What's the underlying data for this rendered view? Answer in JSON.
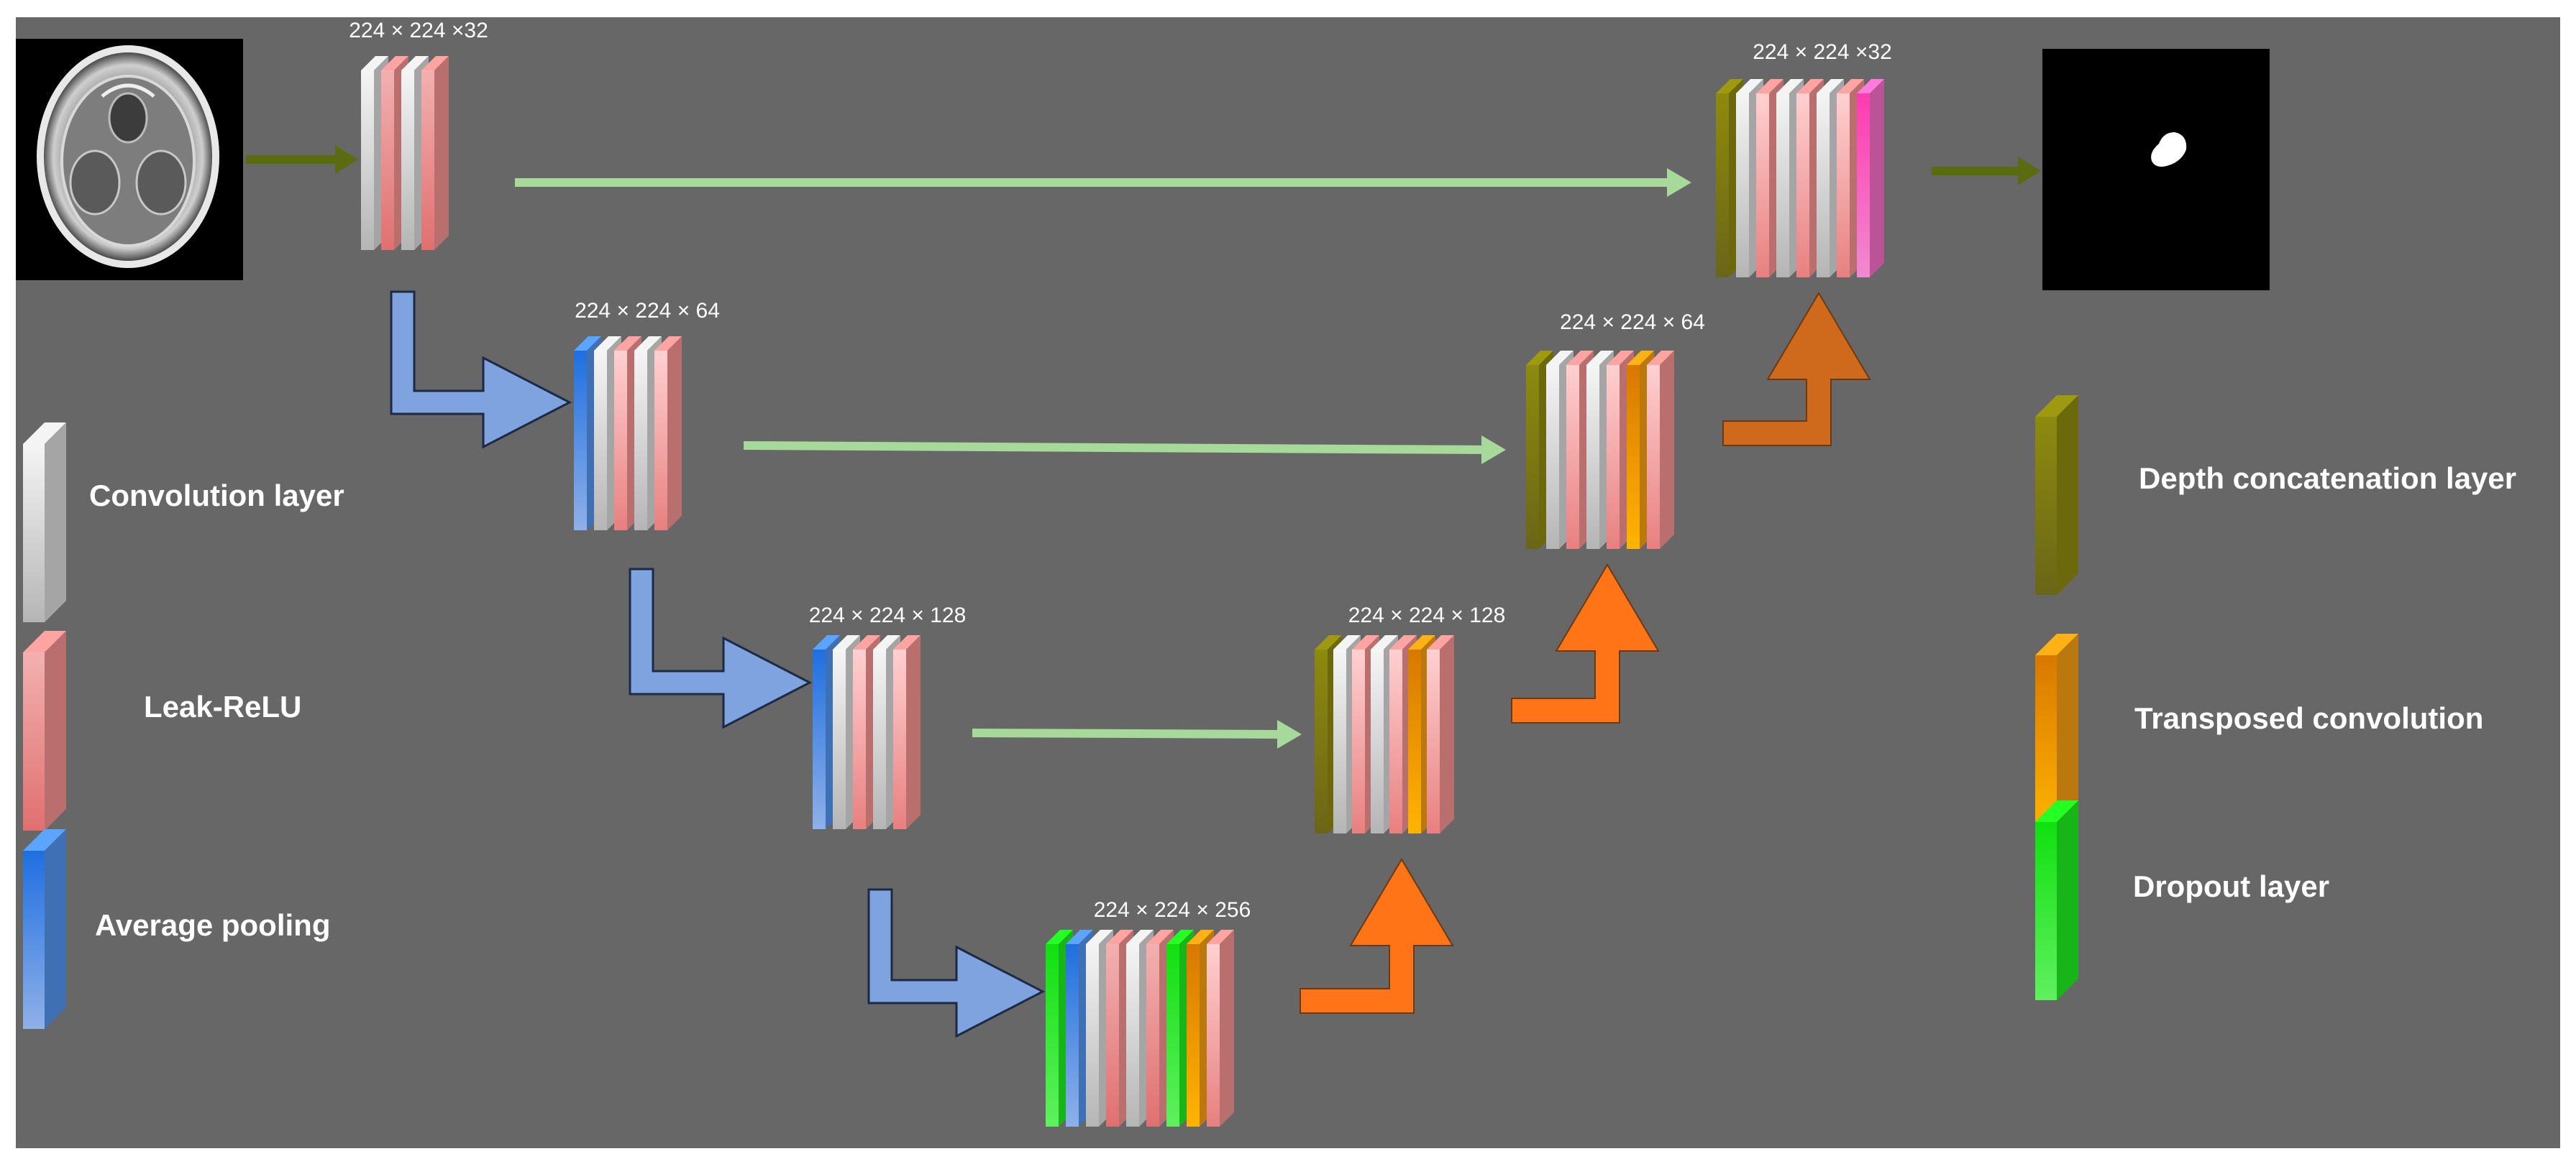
{
  "sizes": {
    "enc1": "224 × 224 ×32",
    "enc2": "224 × 224 × 64",
    "enc3": "224 × 224 × 128",
    "bottleneck": "224 × 224 × 256",
    "dec3": "224 × 224 × 128",
    "dec2": "224 × 224 × 64",
    "dec1": "224 × 224 ×32"
  },
  "legend": {
    "conv": "Convolution layer",
    "relu": "Leak-ReLU",
    "pool": "Average pooling",
    "concat": "Depth concatenation layer",
    "transposed": "Transposed convolution",
    "dropout": "Dropout layer"
  },
  "layer_colors": {
    "conv": "#d4d4d4",
    "relu": "#ef8e8e",
    "pool": "#4f8fe6",
    "concat": "#8a8510",
    "transposed": "#f09a12",
    "dropout": "#1fe81f",
    "output": "#f06cc0"
  },
  "arrow_colors": {
    "skip": "#a6d99a",
    "down": "#7fa3df",
    "up_light": "#ff7417",
    "up_dark": "#cf6a1d",
    "io": "#5b6b10"
  },
  "stacks": {
    "enc1": [
      "conv",
      "relu",
      "conv",
      "relu"
    ],
    "enc2": [
      "pool",
      "conv",
      "relu",
      "conv",
      "relu"
    ],
    "enc3": [
      "pool",
      "conv",
      "relu",
      "conv",
      "relu"
    ],
    "bottleneck": [
      "dropout",
      "pool",
      "conv",
      "relu",
      "conv",
      "relu",
      "dropout",
      "transposed",
      "relu"
    ],
    "dec3": [
      "concat",
      "conv",
      "relu",
      "conv",
      "relu",
      "transposed",
      "relu"
    ],
    "dec2": [
      "concat",
      "conv",
      "relu",
      "conv",
      "relu",
      "transposed",
      "relu"
    ],
    "dec1": [
      "concat",
      "conv",
      "relu",
      "conv",
      "relu",
      "conv",
      "relu",
      "output"
    ]
  }
}
